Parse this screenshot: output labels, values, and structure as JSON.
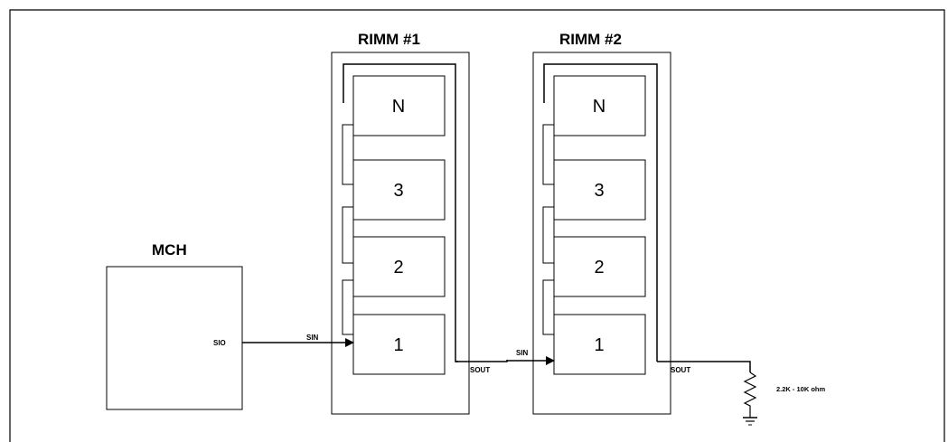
{
  "mch": {
    "title": "MCH",
    "pin": "SIO"
  },
  "rimms": [
    {
      "title": "RIMM #1",
      "chips": [
        "N",
        "3",
        "2",
        "1"
      ],
      "in_label": "SIN",
      "out_label": "SOUT"
    },
    {
      "title": "RIMM #2",
      "chips": [
        "N",
        "3",
        "2",
        "1"
      ],
      "in_label": "SIN",
      "out_label": "SOUT"
    }
  ],
  "resistor": {
    "label": "2.2K - 10K ohm"
  }
}
